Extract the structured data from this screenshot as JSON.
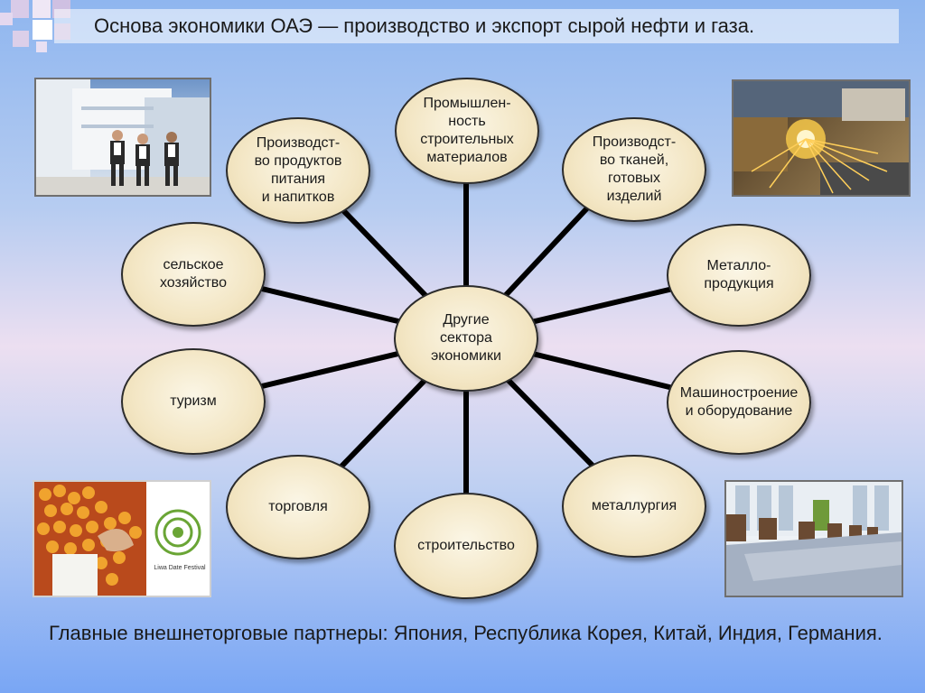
{
  "title": "Основа экономики ОАЭ — производство и экспорт сырой нефти и газа.",
  "center": {
    "label": "Другие\nсектора\nэкономики"
  },
  "nodes": [
    {
      "id": "construction-materials",
      "label": "Промышлен-\nность\nстроительных\nматериалов"
    },
    {
      "id": "textiles",
      "label": "Производст-\nво тканей,\nготовых\nизделий"
    },
    {
      "id": "metal-products",
      "label": "Металло-\nпродукция"
    },
    {
      "id": "machinery",
      "label": "Машиностроение\nи оборудование"
    },
    {
      "id": "metallurgy",
      "label": "металлургия"
    },
    {
      "id": "construction",
      "label": "строительство"
    },
    {
      "id": "trade",
      "label": "торговля"
    },
    {
      "id": "tourism",
      "label": "туризм"
    },
    {
      "id": "agriculture",
      "label": "сельское\nхозяйство"
    },
    {
      "id": "food-production",
      "label": "Производст-\nво продуктов\nпитания\nи напитков"
    }
  ],
  "photos": {
    "business": "business-people-photo",
    "industry": "steel-sparks-photo",
    "dates": "date-palm-fruit-photo",
    "dates_logo_text": "Liwa Date Festival",
    "office": "conference-room-photo"
  },
  "footer": "Главные внешнеторговые партнеры: Япония, Республика Корея, Китай, Индия, Германия.",
  "colors": {
    "node_fill": "#f3e6c4",
    "node_border": "#2b2b2b",
    "spoke": "#000000",
    "deco_square": "#e7ddf2"
  }
}
